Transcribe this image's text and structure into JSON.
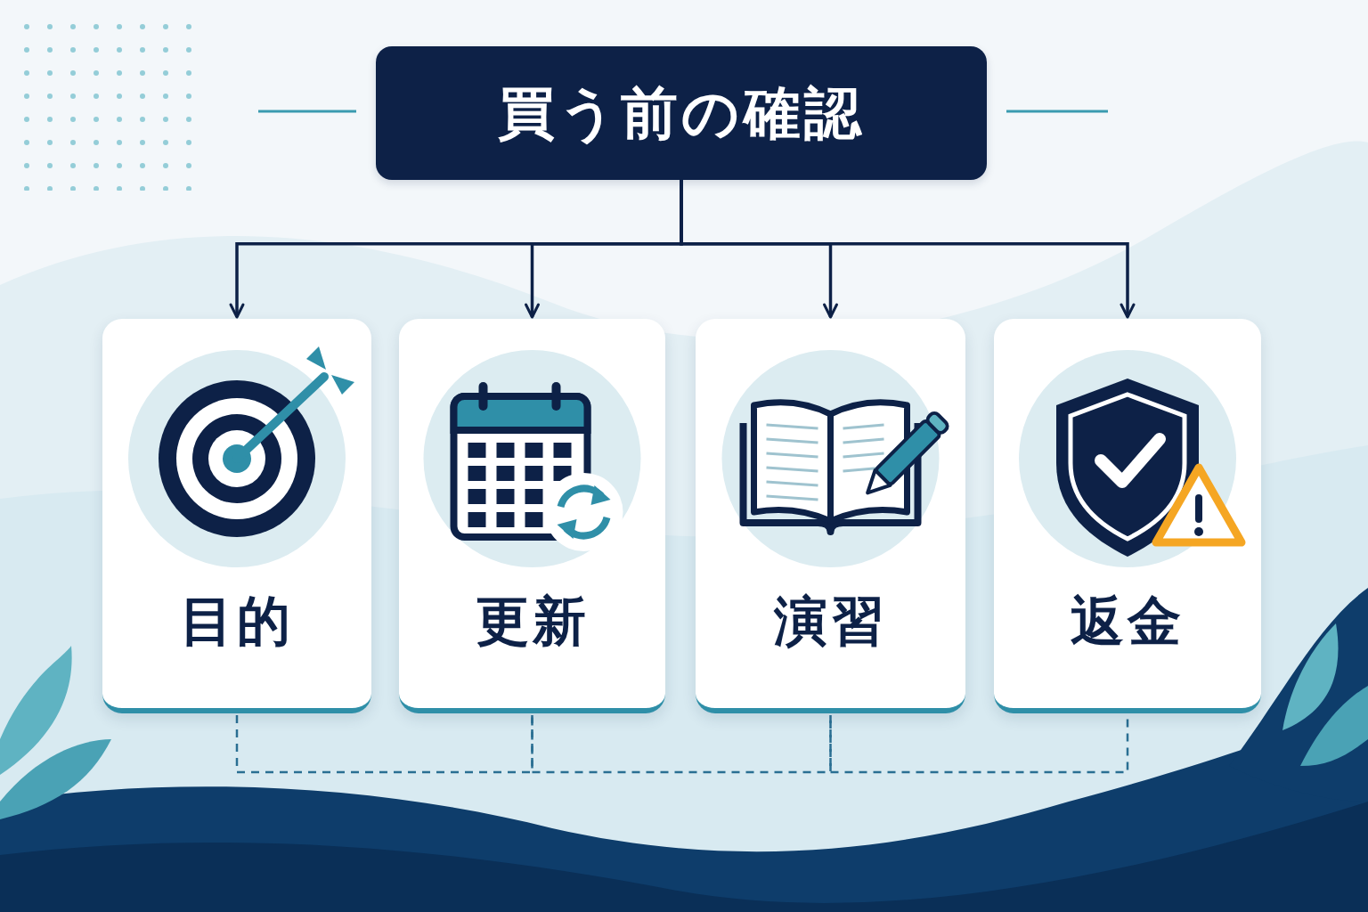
{
  "diagram": {
    "title": "買う前の確認",
    "nodes": [
      {
        "text": [
          "買う前の確認"
        ]
      },
      {
        "text": [
          "目的"
        ]
      },
      {
        "text": [
          "更新"
        ]
      },
      {
        "text": [
          "演習"
        ]
      },
      {
        "text": [
          "返金"
        ]
      }
    ],
    "edges": [
      {
        "from": 0,
        "to": 1,
        "arrow": "to"
      },
      {
        "from": 0,
        "to": 2,
        "arrow": "to"
      },
      {
        "from": 0,
        "to": 3,
        "arrow": "to"
      },
      {
        "from": 0,
        "to": 4,
        "arrow": "to"
      },
      {
        "from": 1,
        "to": 2,
        "arrow": "none"
      },
      {
        "from": 2,
        "to": 3,
        "arrow": "none"
      },
      {
        "from": 3,
        "to": 4,
        "arrow": "none"
      }
    ]
  }
}
